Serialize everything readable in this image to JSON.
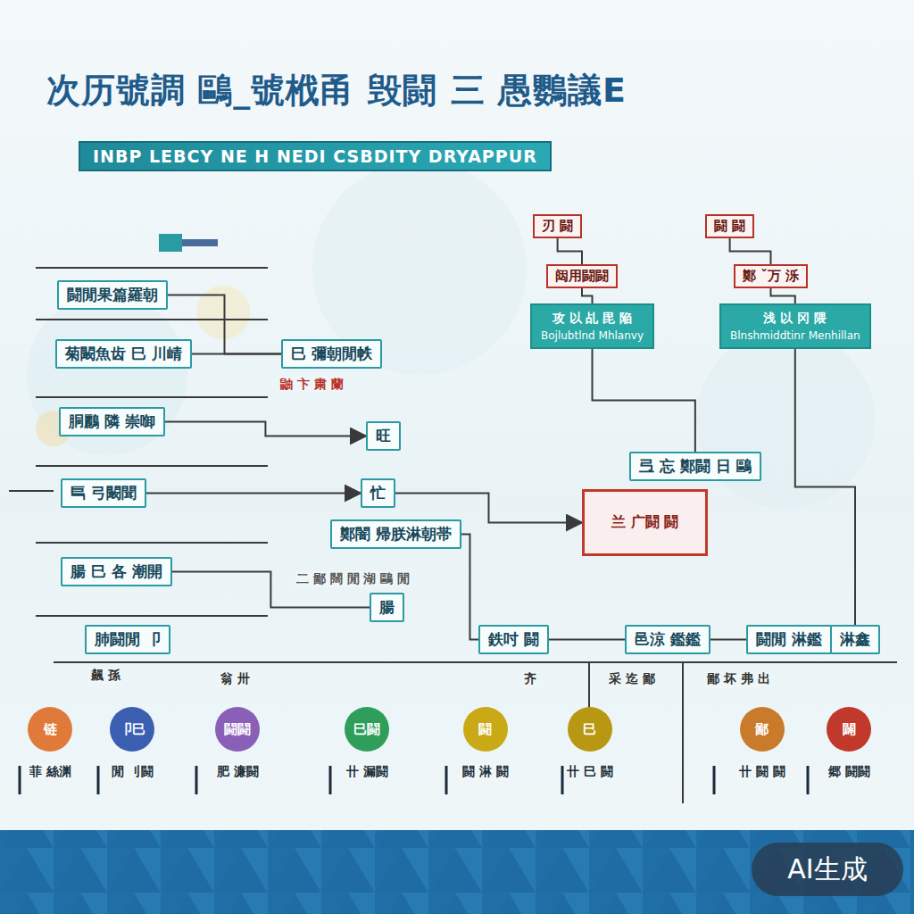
{
  "diagram": {
    "title": "次历號調 鷗_號栰甬 毁闘 三 愚鸚議E",
    "nodes": [
      {
        "text": [
          "INBP LEBCY NE H NEDI CSBDITY DRYAPPUR"
        ]
      },
      {
        "text": [
          "闘閒果篇羅朝"
        ]
      },
      {
        "text": [
          "菊闞魚齿 巳 川崝"
        ]
      },
      {
        "text": [
          "胴鸝 隣 崇啣"
        ]
      },
      {
        "text": [
          "巪 弓闞聞"
        ]
      },
      {
        "text": [
          "腸 巳 各 潮開"
        ]
      },
      {
        "text": [
          "巳 彌朝閒帙"
        ]
      },
      {
        "text": [
          "旺"
        ]
      },
      {
        "text": [
          "忙"
        ]
      },
      {
        "text": [
          "鄭闇 帰朕淋朝帯"
        ]
      },
      {
        "text": [
          "腸"
        ]
      },
      {
        "text": [
          "刃 闘"
        ]
      },
      {
        "text": [
          "闘 闘"
        ]
      },
      {
        "text": [
          "闼用闘闘"
        ]
      },
      {
        "text": [
          "鄭 ˇ万 泺"
        ]
      },
      {
        "text": [
          "攻 以 乩 毘 陥",
          "Bojlubtlnd Mhlanvy"
        ]
      },
      {
        "text": [
          "浅 以 冈 隈",
          "Blnshmiddtinr Menhillan"
        ]
      },
      {
        "text": [
          "弖 忘 鄭闘 日 鷗"
        ]
      },
      {
        "text": [
          "兰 广闘 闘"
        ]
      },
      {
        "text": [
          "肺闘閒 卩"
        ]
      },
      {
        "text": [
          "鉄吋 闘"
        ]
      },
      {
        "text": [
          "邑涼 鑑鑑"
        ]
      },
      {
        "text": [
          "闘閒 淋鑑"
        ]
      },
      {
        "text": [
          "淋鑫"
        ]
      },
      {
        "text": [
          "链",
          "菲 絲渊"
        ]
      },
      {
        "text": [
          "卩巳",
          "閒 刂闘"
        ]
      },
      {
        "text": [
          "闘闘",
          "肥 濂闘"
        ]
      },
      {
        "text": [
          "巳闘",
          "卄 漏闘"
        ]
      },
      {
        "text": [
          "闘",
          "闘 淋 闘"
        ]
      },
      {
        "text": [
          "巳",
          "卄 巳 闘"
        ]
      },
      {
        "text": [
          "鄙",
          "卄 闘 闘"
        ]
      },
      {
        "text": [
          "闢",
          "郷 闘闘"
        ]
      }
    ],
    "edges": [
      {
        "from": 1,
        "to": 6,
        "arrow": "none"
      },
      {
        "from": 2,
        "to": 6,
        "arrow": "none"
      },
      {
        "from": 3,
        "to": 7,
        "arrow": "to"
      },
      {
        "from": 4,
        "to": 8,
        "arrow": "to"
      },
      {
        "from": 8,
        "to": 18,
        "arrow": "to"
      },
      {
        "from": 5,
        "to": 10,
        "arrow": "none"
      },
      {
        "from": 9,
        "to": 20,
        "arrow": "none"
      },
      {
        "from": 11,
        "to": 13,
        "arrow": "none"
      },
      {
        "from": 12,
        "to": 14,
        "arrow": "none"
      },
      {
        "from": 13,
        "to": 15,
        "arrow": "none"
      },
      {
        "from": 14,
        "to": 16,
        "arrow": "none"
      },
      {
        "from": 15,
        "to": 17,
        "arrow": "none"
      },
      {
        "from": 16,
        "to": 23,
        "arrow": "none"
      },
      {
        "from": 20,
        "to": 21,
        "arrow": "none"
      },
      {
        "from": 21,
        "to": 22,
        "arrow": "none"
      }
    ],
    "labels": [
      "鼬 卞 粛 蘭",
      "二 鄙 闊 閒 湖 鷗 閒",
      "飆 孫",
      "翁 卅",
      "齐",
      "采 迄 鄙",
      "鄙 坏 弗 出",
      "AI生成"
    ]
  }
}
